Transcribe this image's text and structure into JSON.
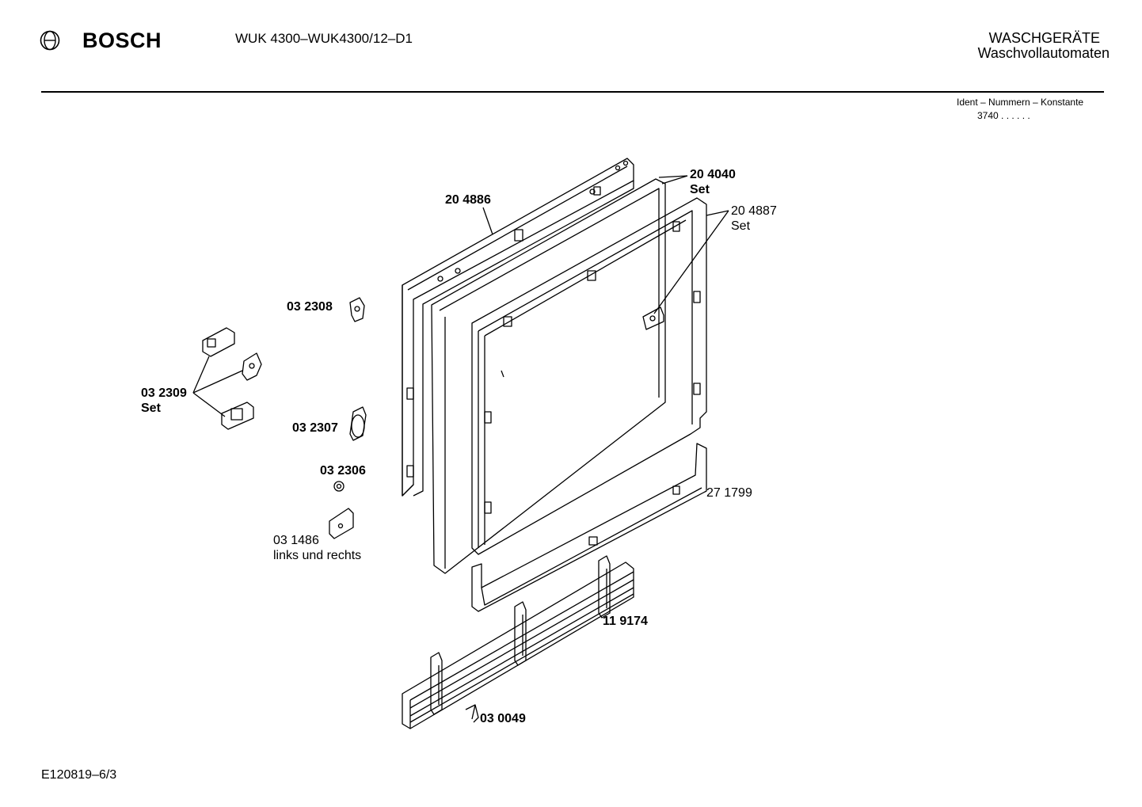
{
  "header": {
    "brand": "BOSCH",
    "model": "WUK 4300–WUK4300/12–D1",
    "category_line1": "WASCHGERÄTE",
    "category_line2": "Waschvollautomaten",
    "ident_label": "Ident – Nummern – Konstante",
    "ident_value": "3740 . .   . . . ."
  },
  "footer": {
    "code": "E120819–6/3"
  },
  "parts": [
    {
      "id": "p204040",
      "number": "20 4040",
      "note": "Set"
    },
    {
      "id": "p204886",
      "number": "20 4886",
      "note": ""
    },
    {
      "id": "p204887",
      "number": "20 4887",
      "note": "Set"
    },
    {
      "id": "p032308",
      "number": "03 2308",
      "note": ""
    },
    {
      "id": "p032309",
      "number": "03 2309",
      "note": "Set"
    },
    {
      "id": "p032307",
      "number": "03 2307",
      "note": ""
    },
    {
      "id": "p032306",
      "number": "03 2306",
      "note": ""
    },
    {
      "id": "p031486",
      "number": "03 1486",
      "note": "links und rechts"
    },
    {
      "id": "p271799",
      "number": "27 1799",
      "note": ""
    },
    {
      "id": "p119174",
      "number": "11 9174",
      "note": ""
    },
    {
      "id": "p030049",
      "number": "03 0049",
      "note": ""
    }
  ],
  "colors": {
    "ink": "#000000",
    "paper": "#ffffff"
  },
  "icons": [
    "bosch-armature-logo-icon"
  ]
}
